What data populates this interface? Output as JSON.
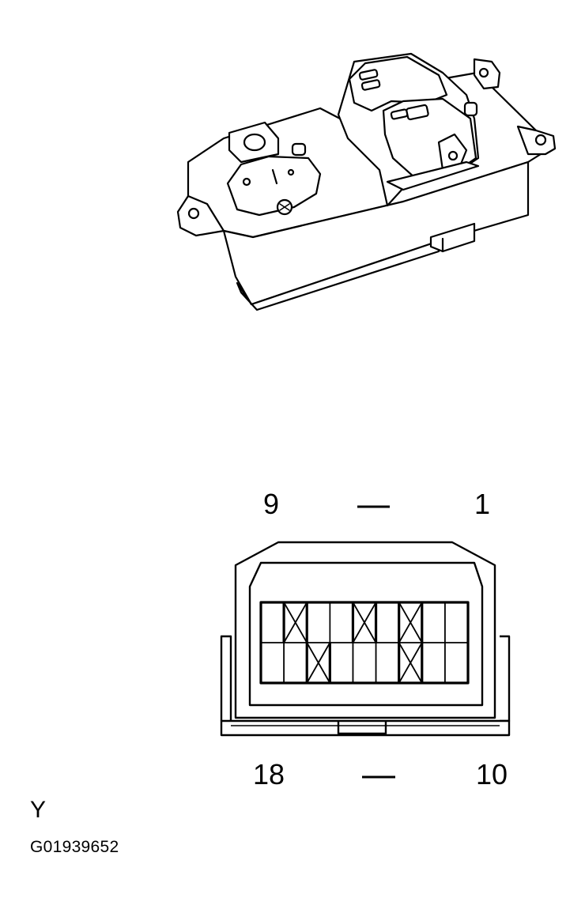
{
  "labels": {
    "top_left": "9",
    "top_right": "1",
    "bottom_left": "18",
    "bottom_right": "10",
    "view_letter": "Y",
    "figure_id": "G01939652"
  },
  "connector": {
    "rows": 2,
    "columns": 9,
    "top_row_unused_cavities": [
      2,
      5,
      7
    ],
    "bottom_row_unused_cavities": [
      3,
      7
    ]
  }
}
